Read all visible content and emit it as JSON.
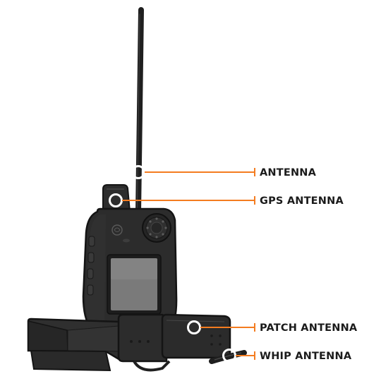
{
  "diagram": {
    "accent_color": "#f47c20",
    "device_color": "#2b2b2b",
    "subject": "handheld transmitter with dog collar receiver",
    "callouts": [
      {
        "id": "antenna",
        "label": "ANTENNA"
      },
      {
        "id": "gps-antenna",
        "label": "GPS ANTENNA"
      },
      {
        "id": "patch-antenna",
        "label": "PATCH ANTENNA"
      },
      {
        "id": "whip-antenna",
        "label": "WHIP ANTENNA"
      }
    ]
  }
}
